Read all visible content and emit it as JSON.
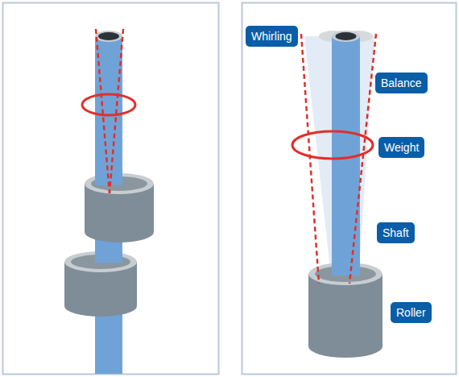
{
  "diagram": {
    "nodes": [
      {
        "text": [
          "Whirling"
        ]
      },
      {
        "text": [
          "Balance"
        ]
      },
      {
        "text": [
          "Weight"
        ]
      },
      {
        "text": [
          "Shaft"
        ]
      },
      {
        "text": [
          "Roller"
        ]
      }
    ]
  }
}
